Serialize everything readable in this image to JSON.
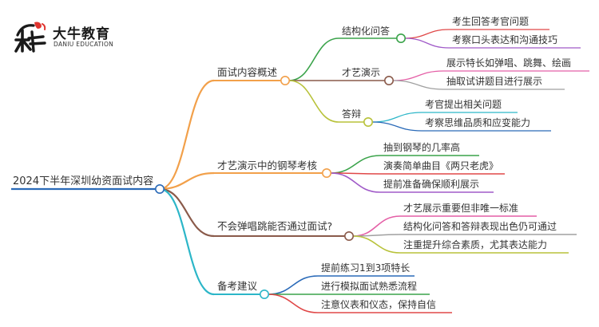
{
  "logo": {
    "glyph": "大牛",
    "title": "大牛教育",
    "subtitle": "DANIU EDUCATION"
  },
  "mindmap": {
    "root": "2024下半年深圳幼资面试内容",
    "branches": [
      {
        "label": "面试内容概述",
        "color": "#f2a04a",
        "children": [
          {
            "label": "结构化问答",
            "color": "#3aa34a",
            "children": [
              {
                "label": "考生回答考官问题",
                "color": "#e04848"
              },
              {
                "label": "考察口头表达和沟通技巧",
                "color": "#a05ac8"
              }
            ]
          },
          {
            "label": "才艺演示",
            "color": "#8a5a4a",
            "children": [
              {
                "label": "展示特长如弹唱、跳舞、绘画",
                "color": "#e45fa6"
              },
              {
                "label": "抽取试讲题目进行展示",
                "color": "#a0a0a0"
              }
            ]
          },
          {
            "label": "答辩",
            "color": "#b8c23a",
            "children": [
              {
                "label": "考官提出相关问题",
                "color": "#2cb6c8"
              },
              {
                "label": "考察思维品质和应变能力",
                "color": "#2a6ab8"
              }
            ]
          }
        ]
      },
      {
        "label": "才艺演示中的钢琴考核",
        "color": "#f2a04a",
        "children": [
          {
            "label": "抽到钢琴的几率高",
            "color": "#3aa34a"
          },
          {
            "label": "演奏简单曲目《两只老虎》",
            "color": "#e04848"
          },
          {
            "label": "提前准备确保顺利展示",
            "color": "#a05ac8"
          }
        ]
      },
      {
        "label": "不会弹唱跳能否通过面试?",
        "color": "#8a5a4a",
        "children": [
          {
            "label": "才艺展示重要但非唯一标准",
            "color": "#e45fa6"
          },
          {
            "label": "结构化问答和答辩表现出色仍可通过",
            "color": "#a0a0a0"
          },
          {
            "label": "注重提升综合素质，尤其表达能力",
            "color": "#b8c23a"
          }
        ]
      },
      {
        "label": "备考建议",
        "color": "#2cb6c8",
        "children": [
          {
            "label": "提前练习1到3项特长",
            "color": "#2a6ab8"
          },
          {
            "label": "进行模拟面试熟悉流程",
            "color": "#3aa34a"
          },
          {
            "label": "注意仪表和仪态，保持自信",
            "color": "#e04848"
          }
        ]
      }
    ]
  }
}
